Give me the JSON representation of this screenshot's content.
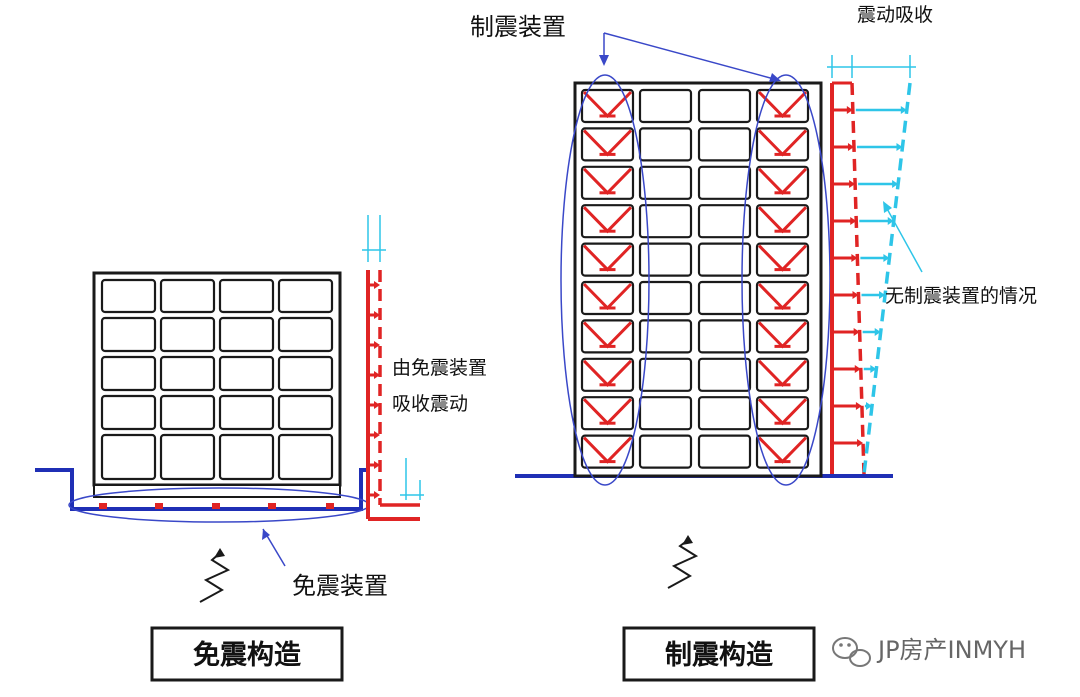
{
  "left": {
    "device_label": "免震装置",
    "absorb_label_line1": "由免震装置",
    "absorb_label_line2": "吸收震动",
    "caption": "免震构造"
  },
  "right": {
    "device_label": "制震装置",
    "absorb_label": "震动吸收",
    "without_label": "无制震装置的情况",
    "caption": "制震构造"
  },
  "watermark": "JP房产INMYH",
  "colors": {
    "frame": "#1a1a1a",
    "ground": "#1f2fb5",
    "damper": "#e02424",
    "compare": "#2ec5e8",
    "ellipse": "#3a48c8"
  },
  "icons": [
    "seismic-wave-icon",
    "wechat-icon"
  ]
}
